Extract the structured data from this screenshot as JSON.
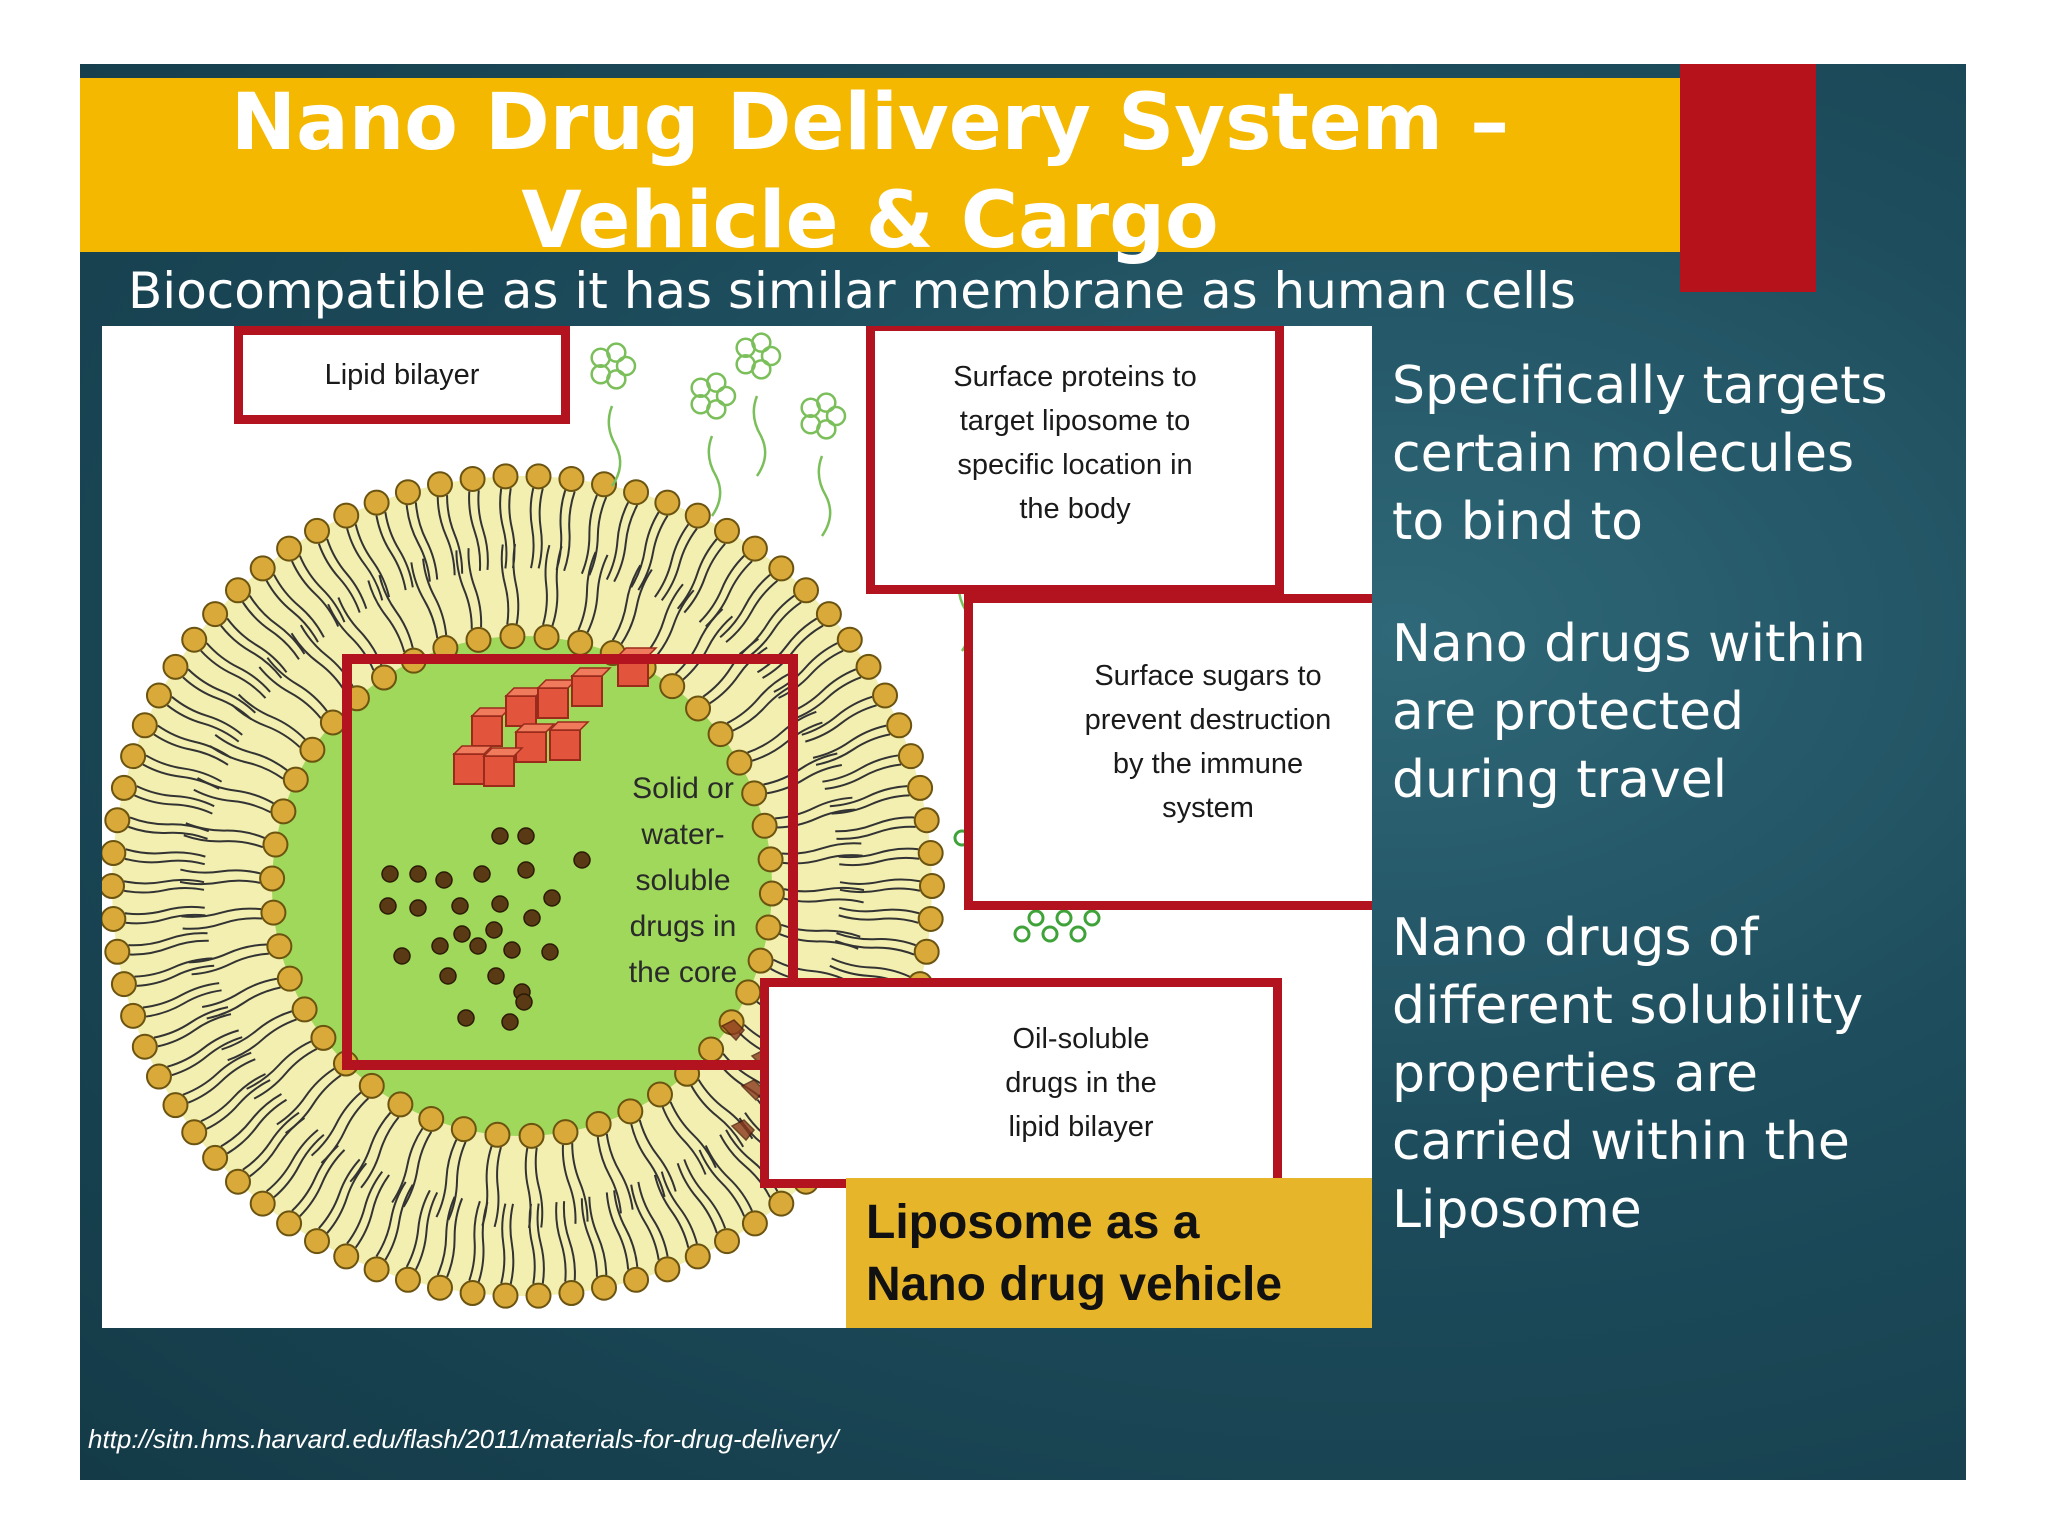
{
  "slide": {
    "title_line1": "Nano Drug Delivery System –",
    "title_line2": "Vehicle & Cargo",
    "subtitle": "Biocompatible as it has similar membrane as human cells"
  },
  "figure": {
    "callouts": {
      "lipid_bilayer": "Lipid bilayer",
      "surface_proteins": [
        "Surface proteins to",
        "target liposome to",
        "specific location in",
        "the body"
      ],
      "surface_sugars": [
        "Surface sugars to",
        "prevent destruction",
        "by the immune",
        "system"
      ],
      "core_drugs": [
        "Solid or",
        "water-",
        "soluble",
        "drugs in",
        "the core"
      ],
      "oil_soluble": [
        "Oil-soluble",
        "drugs in the",
        "lipid bilayer"
      ]
    },
    "vehicle_label": [
      "Liposome as a",
      "Nano drug vehicle"
    ]
  },
  "side_points": [
    [
      "Specifically targets",
      "certain molecules",
      "to bind to"
    ],
    [
      "Nano drugs within",
      "are protected",
      "during travel"
    ],
    [
      "Nano drugs of",
      "different solubility",
      "properties are",
      "carried within the",
      "Liposome"
    ]
  ],
  "source_url": "http://sitn.hms.harvard.edu/flash/2011/materials-for-drug-delivery/",
  "colors": {
    "title_band": "#f5b800",
    "accent_red": "#b5121b",
    "background": "#1d4c5c",
    "vehicle_label_bg": "#e7b52a",
    "liposome_fill": "#f2efb0",
    "lipid_head": "#d9a93a",
    "core_fill": "#9fd85a"
  }
}
